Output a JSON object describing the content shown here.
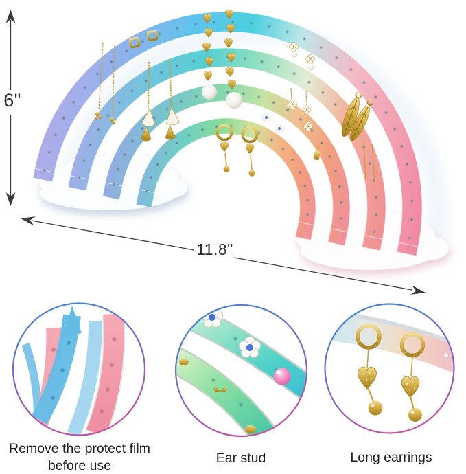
{
  "scene": {
    "height_label": "6\"",
    "width_label": "11.8\""
  },
  "details": {
    "film": {
      "line1": "Remove the protect film",
      "line2": "before use"
    },
    "stud": {
      "label": "Ear stud"
    },
    "long": {
      "label": "Long earrings"
    }
  },
  "colors": {
    "background": "#ffffff",
    "annotation_arrow": "#3c3c3c",
    "caption_text": "#1e1e1e",
    "circle_border_top": "#3f86d6",
    "circle_border_mid": "#7b66c2",
    "circle_border_bottom": "#c44f9f",
    "rainbow_lavender": "#b2ace8",
    "rainbow_blue": "#5ec4ec",
    "rainbow_cyan": "#49cfe0",
    "rainbow_green": "#8edc96",
    "rainbow_peach": "#f4b29e",
    "rainbow_pink": "#f0879f",
    "gold": "#c9a13b",
    "cloud_white": "#fcfdff",
    "film_blue": "#64bce6",
    "film_pink": "#f2a0ae"
  }
}
